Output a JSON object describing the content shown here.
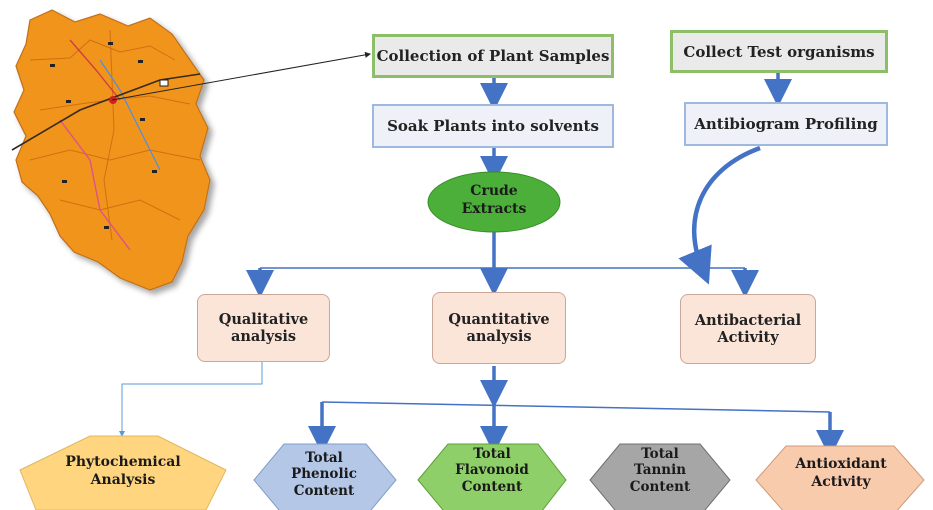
{
  "steps": {
    "collect_plants": "Collection of Plant Samples",
    "collect_organisms": "Collect Test organisms",
    "soak": "Soak Plants into solvents",
    "antibiogram": "Antibiogram Profiling",
    "crude_line1": "Crude",
    "crude_line2": "Extracts"
  },
  "analyses": {
    "qualitative_line1": "Qualitative",
    "qualitative_line2": "analysis",
    "quantitative_line1": "Quantitative",
    "quantitative_line2": "analysis",
    "antibacterial_line1": "Antibacterial",
    "antibacterial_line2": "Activity"
  },
  "outputs": {
    "phytochemical_line1": "Phytochemical",
    "phytochemical_line2": "Analysis",
    "phenolic_line1": "Total",
    "phenolic_line2": "Phenolic",
    "phenolic_line3": "Content",
    "flavonoid_line1": "Total",
    "flavonoid_line2": "Flavonoid",
    "flavonoid_line3": "Content",
    "tannin_line1": "Total",
    "tannin_line2": "Tannin",
    "tannin_line3": "Content",
    "antioxidant_line1": "Antioxidant",
    "antioxidant_line2": "Activity"
  },
  "colors": {
    "arrow": "#4472c4",
    "map_fill": "#f0941e",
    "green_border": "#8dbf68",
    "crude_fill": "#4caf3a",
    "phenolic_fill": "#b4c7e7",
    "flavonoid_fill": "#8fcf6a",
    "tannin_fill": "#a6a6a6",
    "antioxidant_fill": "#f8cbad",
    "phytochemical_fill": "#ffd580"
  },
  "map": {
    "icons": [
      "map-icon"
    ]
  }
}
